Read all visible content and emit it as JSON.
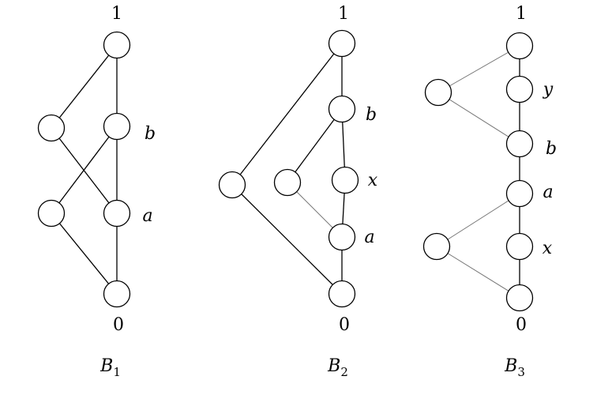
{
  "lattices": [
    {
      "id": "B1",
      "name": "B",
      "subscript": "1",
      "top_label": "1",
      "bottom_label": "0",
      "nodes": [
        "top",
        "l1",
        "b",
        "l2",
        "a",
        "bottom"
      ],
      "node_labels": {
        "b": "b",
        "a": "a"
      },
      "edges": [
        [
          "top",
          "l1"
        ],
        [
          "top",
          "b"
        ],
        [
          "l1",
          "a"
        ],
        [
          "b",
          "l2"
        ],
        [
          "b",
          "a"
        ],
        [
          "l2",
          "bottom"
        ],
        [
          "a",
          "bottom"
        ]
      ]
    },
    {
      "id": "B2",
      "name": "B",
      "subscript": "2",
      "top_label": "1",
      "bottom_label": "0",
      "nodes": [
        "top",
        "b",
        "x",
        "l1",
        "l2",
        "a",
        "bottom"
      ],
      "node_labels": {
        "b": "b",
        "x": "x",
        "a": "a"
      },
      "edges": [
        [
          "top",
          "l1"
        ],
        [
          "top",
          "b"
        ],
        [
          "b",
          "l2"
        ],
        [
          "b",
          "x"
        ],
        [
          "l2",
          "a",
          "light"
        ],
        [
          "x",
          "a"
        ],
        [
          "a",
          "bottom"
        ],
        [
          "l1",
          "bottom"
        ]
      ]
    },
    {
      "id": "B3",
      "name": "B",
      "subscript": "3",
      "top_label": "1",
      "bottom_label": "0",
      "nodes": [
        "top",
        "y",
        "lu",
        "b",
        "a",
        "x",
        "ll",
        "bottom"
      ],
      "node_labels": {
        "y": "y",
        "b": "b",
        "a": "a",
        "x": "x"
      },
      "edges": [
        [
          "top",
          "lu",
          "light"
        ],
        [
          "lu",
          "b",
          "light"
        ],
        [
          "top",
          "y"
        ],
        [
          "y",
          "b"
        ],
        [
          "b",
          "a"
        ],
        [
          "a",
          "ll",
          "light"
        ],
        [
          "ll",
          "bottom",
          "light"
        ],
        [
          "a",
          "x"
        ],
        [
          "x",
          "bottom"
        ]
      ]
    }
  ]
}
